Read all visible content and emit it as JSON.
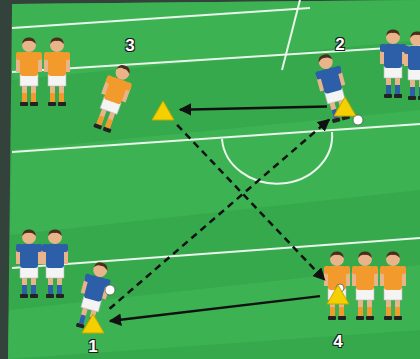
{
  "diagram": {
    "nodes": [
      {
        "text": [
          "3"
        ]
      },
      {
        "text": [
          "2"
        ]
      },
      {
        "text": [
          "1"
        ]
      },
      {
        "text": [
          "4"
        ]
      }
    ],
    "edges": [
      {
        "from": 1,
        "to": 0,
        "arrow": "to"
      },
      {
        "from": 3,
        "to": 2,
        "arrow": "to"
      },
      {
        "from": 2,
        "to": 1,
        "arrow": "to"
      },
      {
        "from": 0,
        "to": 3,
        "arrow": "to"
      }
    ]
  }
}
